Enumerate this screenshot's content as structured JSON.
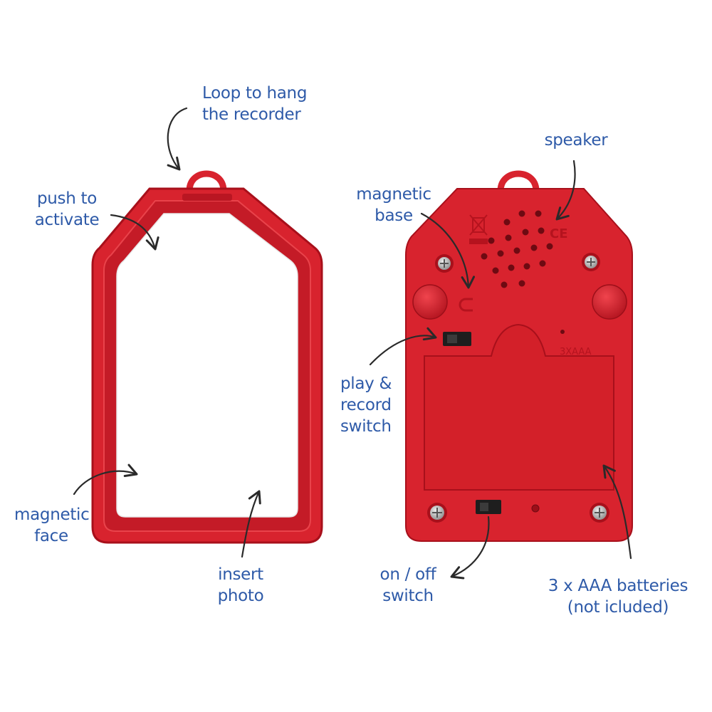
{
  "colors": {
    "body": "#d8232e",
    "body_dark": "#a8101b",
    "body_light": "#ef3a43",
    "photo_area": "#ffffff",
    "label_text": "#2e5aa8",
    "arrow": "#2a2a2a",
    "screw": "#b9b9b9",
    "switch": "#1e1e1e"
  },
  "labels": {
    "loop": [
      "Loop to hang",
      "the recorder"
    ],
    "push": [
      "push to",
      "activate"
    ],
    "magnetic_face": [
      "magnetic",
      "face"
    ],
    "insert_photo": [
      "insert",
      "photo"
    ],
    "speaker": [
      "speaker"
    ],
    "magnetic_base": [
      "magnetic",
      "base"
    ],
    "play_record": [
      "play &",
      "record",
      "switch"
    ],
    "on_off": [
      "on / off",
      "switch"
    ],
    "batteries": [
      "3 x AAA batteries",
      "(not icluded)"
    ]
  },
  "device_markings": {
    "ce_mark": "CE",
    "battery_mark": "3XAAA"
  }
}
